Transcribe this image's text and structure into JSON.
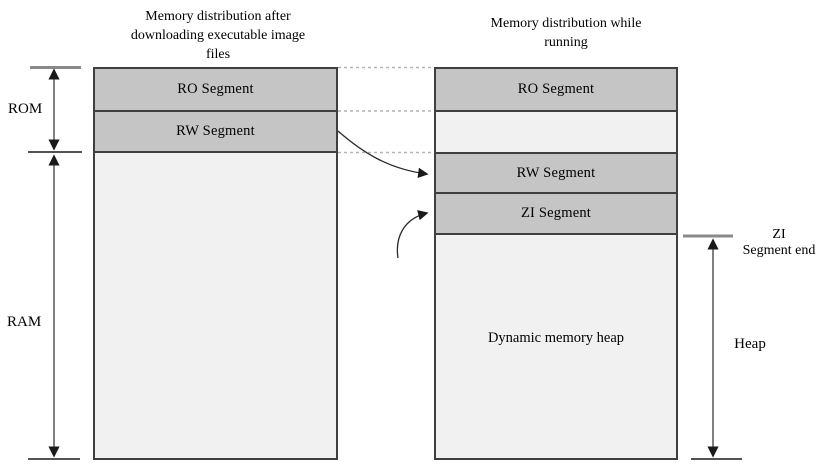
{
  "colors": {
    "segment_fill": "#c5c5c5",
    "light_fill": "#f1f1f1",
    "border": "#3f3f3f",
    "dashed_line": "#b4b4b4",
    "tick_gray": "#8a8a8a",
    "arrow": "#1a1a1a"
  },
  "left_column": {
    "title": "Memory distribution after downloading executable image files",
    "segments": [
      {
        "label": "RO Segment"
      },
      {
        "label": "RW Segment"
      }
    ]
  },
  "right_column": {
    "title": "Memory distribution while running",
    "segments": [
      {
        "label": "RO Segment"
      },
      {
        "label": "RW Segment"
      },
      {
        "label": "ZI Segment"
      }
    ],
    "heap_label": "Dynamic memory heap"
  },
  "side_labels": {
    "rom": "ROM",
    "ram": "RAM",
    "zi_end_line1": "ZI",
    "zi_end_line2": "Segment end",
    "heap": "Heap"
  }
}
